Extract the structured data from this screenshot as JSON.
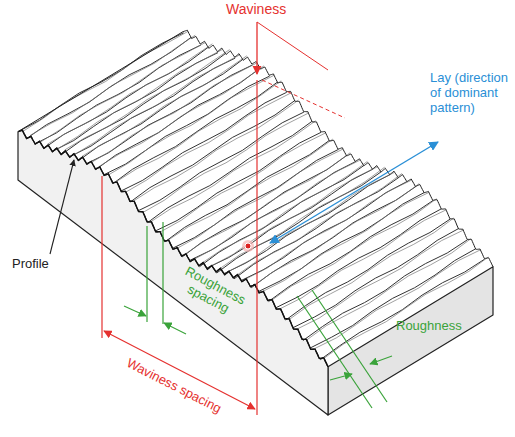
{
  "diagram": {
    "labels": [
      "Waviness",
      "Lay (direction of dominant pattern)",
      "Profile",
      "Roughness spacing",
      "Roughness",
      "Waviness spacing"
    ]
  }
}
